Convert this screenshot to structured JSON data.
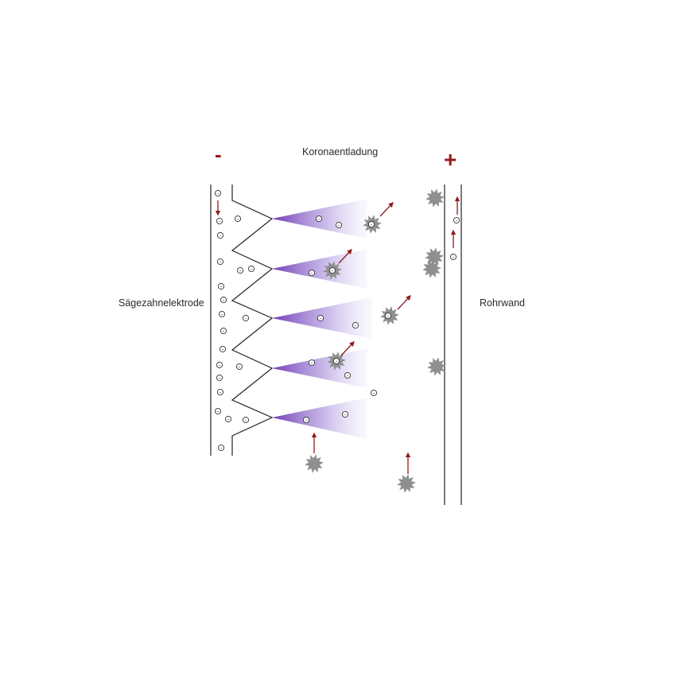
{
  "labels": {
    "negative_sign": "-",
    "positive_sign": "+",
    "corona": "Koronaentladung",
    "electrode": "Sägezahnelektrode",
    "wall": "Rohrwand"
  },
  "ion_symbol": "-",
  "colors": {
    "electrode_line": "#222222",
    "sign_and_arrows": "#8e1b1b",
    "corona_glow": "#7a3fc0",
    "dust_particle": "#8f8f8f"
  },
  "icons": {
    "particle": "dust-particle-icon",
    "ion": "negative-ion-icon",
    "arrow": "arrow-icon"
  }
}
